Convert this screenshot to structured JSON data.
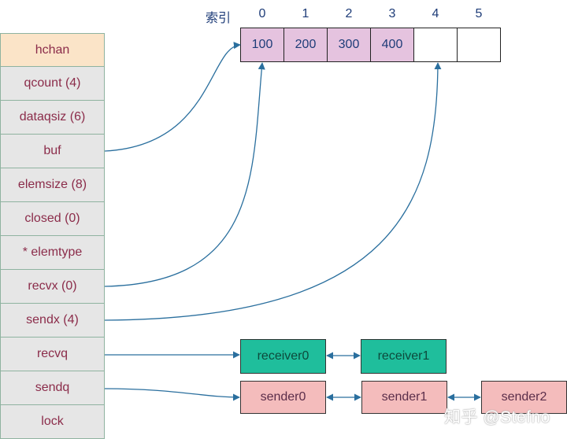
{
  "struct": {
    "header": "hchan",
    "fields": [
      "qcount (4)",
      "dataqsiz (6)",
      "buf",
      "elemsize (8)",
      "closed (0)",
      "* elemtype",
      "recvx (0)",
      "sendx (4)",
      "recvq",
      "sendq",
      "lock"
    ]
  },
  "buffer": {
    "index_label": "索引",
    "indices": [
      "0",
      "1",
      "2",
      "3",
      "4",
      "5"
    ],
    "values": [
      "100",
      "200",
      "300",
      "400",
      "",
      ""
    ]
  },
  "receivers": [
    "receiver0",
    "receiver1"
  ],
  "senders": [
    "sender0",
    "sender1",
    "sender2"
  ],
  "watermark": "知乎 @Stefno",
  "colors": {
    "header_bg": "#fbe4c8",
    "field_bg": "#e6e6e6",
    "field_text": "#8b2c4a",
    "cell_filled": "#e5c3df",
    "receiver_bg": "#1fbe9c",
    "sender_bg": "#f4bcbc",
    "arrow": "#2a6f9e"
  }
}
